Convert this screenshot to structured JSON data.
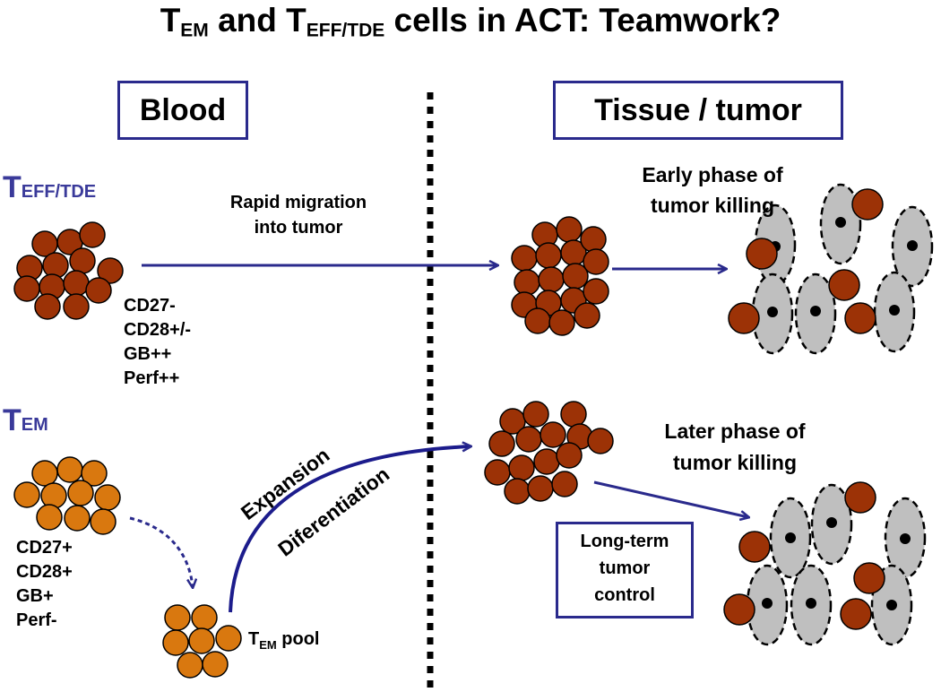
{
  "title": {
    "t1": "T",
    "sub1": "EM",
    "mid": " and T",
    "sub2": "EFF/TDE",
    "end": " cells in ACT: Teamwork?"
  },
  "sections": {
    "blood": "Blood",
    "tissue": "Tissue / tumor"
  },
  "teff": {
    "t": "T",
    "sub": "EFF/TDE",
    "markers": [
      "CD27-",
      "CD28+/-",
      "GB++",
      "Perf++"
    ]
  },
  "tem": {
    "t": "T",
    "sub": "EM",
    "markers": [
      "CD27+",
      "CD28+",
      "GB+",
      "Perf-"
    ]
  },
  "arrows": {
    "rapid": [
      "Rapid migration",
      "into tumor"
    ],
    "expansion": "Expansion",
    "differentiation": "Diferentiation"
  },
  "pool": {
    "t": "T",
    "sub": "EM",
    "rest": " pool"
  },
  "early_phase": [
    "Early phase of",
    "tumor killing"
  ],
  "later_phase": [
    "Later phase of",
    "tumor killing"
  ],
  "long_term": [
    "Long-term",
    "tumor",
    "control"
  ],
  "colors": {
    "effector": "#9c3206",
    "memory": "#d9780f",
    "tumor": "#bfbfbf",
    "arrow": "#2a2a8c"
  }
}
